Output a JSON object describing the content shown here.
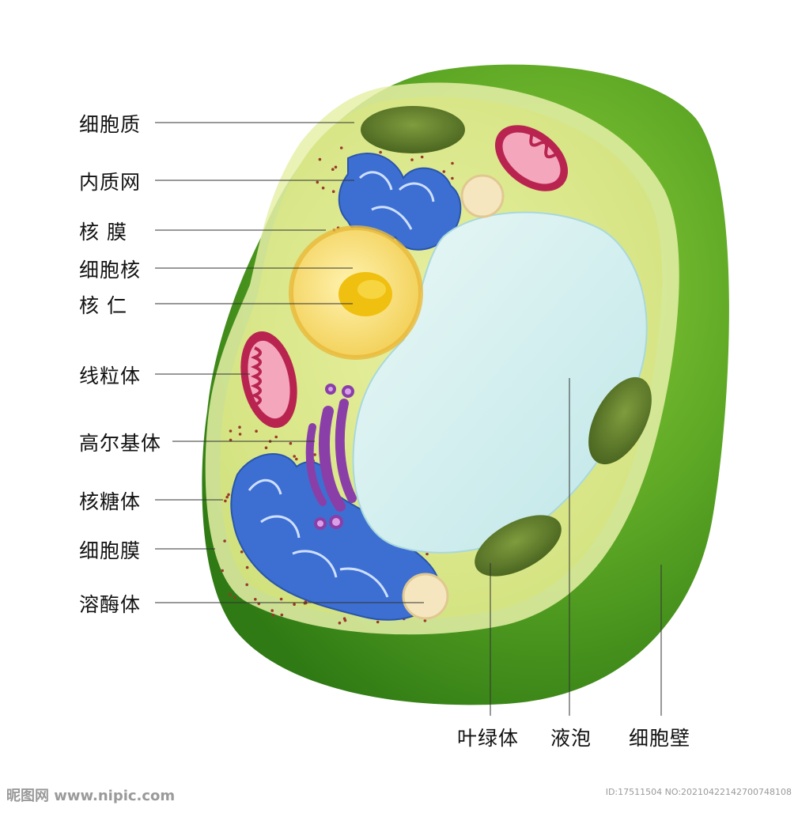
{
  "diagram": {
    "labels_left": [
      {
        "key": "cytoplasm",
        "text": "细胞质"
      },
      {
        "key": "er",
        "text": "内质网"
      },
      {
        "key": "nuclear_envelope",
        "text": "核 膜"
      },
      {
        "key": "nucleus",
        "text": "细胞核"
      },
      {
        "key": "nucleolus",
        "text": "核 仁"
      },
      {
        "key": "mitochondrion",
        "text": "线粒体"
      },
      {
        "key": "golgi",
        "text": "高尔基体"
      },
      {
        "key": "ribosome",
        "text": "核糖体"
      },
      {
        "key": "cell_membrane",
        "text": "细胞膜"
      },
      {
        "key": "lysosome",
        "text": "溶酶体"
      }
    ],
    "labels_bottom": [
      {
        "key": "chloroplast",
        "text": "叶绿体"
      },
      {
        "key": "vacuole",
        "text": "液泡"
      },
      {
        "key": "cell_wall",
        "text": "细胞壁"
      }
    ],
    "colors": {
      "cell_wall": "#4f9a1f",
      "cytoplasm": "#dbe88a",
      "nucleus": "#f7e07a",
      "nucleolus": "#f0c010",
      "vacuole": "#cfeeee",
      "er": "#3a6fd0",
      "golgi": "#8a3fa8",
      "mitochondrion": "#c02a5a",
      "chloroplast": "#5a7a2a",
      "lysosome": "#f5e6c0"
    }
  },
  "watermark": {
    "left": "昵图网 www.nipic.com",
    "right": "ID:17511504 NO:20210422142700748108"
  }
}
